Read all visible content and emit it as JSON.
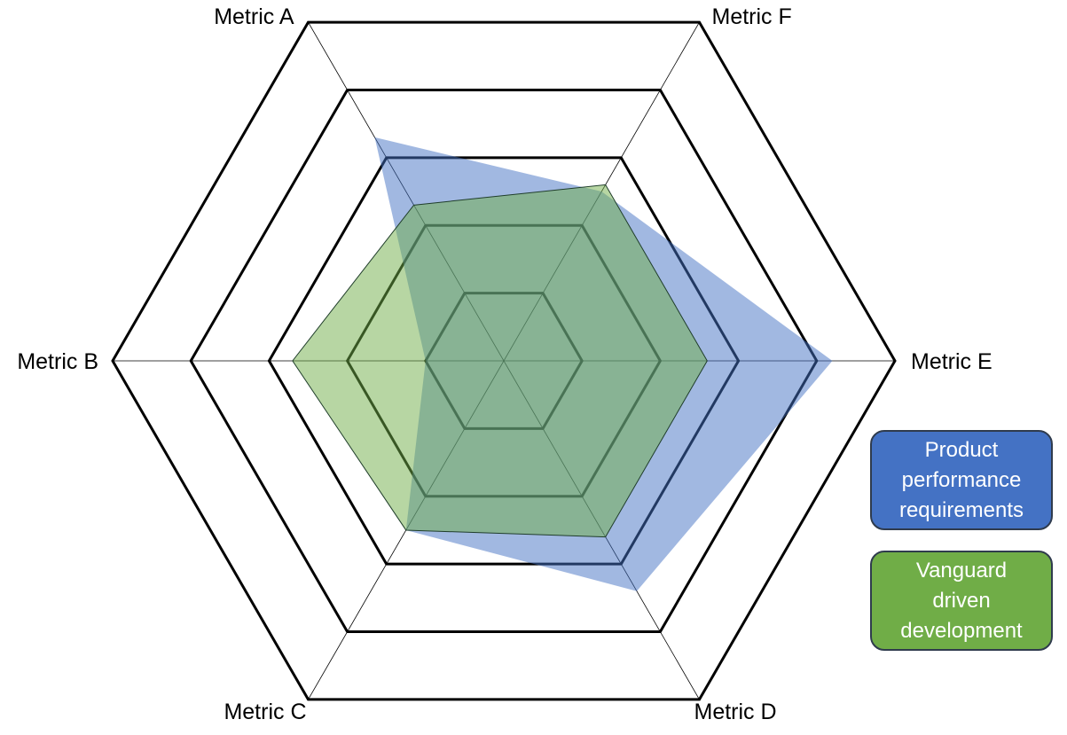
{
  "chart_data": {
    "type": "radar",
    "title": "",
    "axes": [
      "Metric A",
      "Metric F",
      "Metric E",
      "Metric D",
      "Metric C",
      "Metric B"
    ],
    "rings": [
      1,
      2,
      3,
      4,
      5
    ],
    "range": [
      0,
      5
    ],
    "series": [
      {
        "name": "Product performance requirements",
        "legend_lines": [
          "Product",
          "performance",
          "requirements"
        ],
        "color": "#4472c4",
        "fill": "#4472c4",
        "fill_opacity": 0.5,
        "values": [
          3.3,
          2.5,
          4.2,
          3.4,
          2.5,
          1.0
        ]
      },
      {
        "name": "Vanguard driven development",
        "legend_lines": [
          "Vanguard",
          "driven",
          "development"
        ],
        "color": "#70ad47",
        "fill": "#70ad47",
        "fill_opacity": 0.5,
        "values": [
          2.3,
          2.6,
          2.6,
          2.6,
          2.5,
          2.7
        ]
      }
    ],
    "grid": true,
    "legend": "right"
  }
}
